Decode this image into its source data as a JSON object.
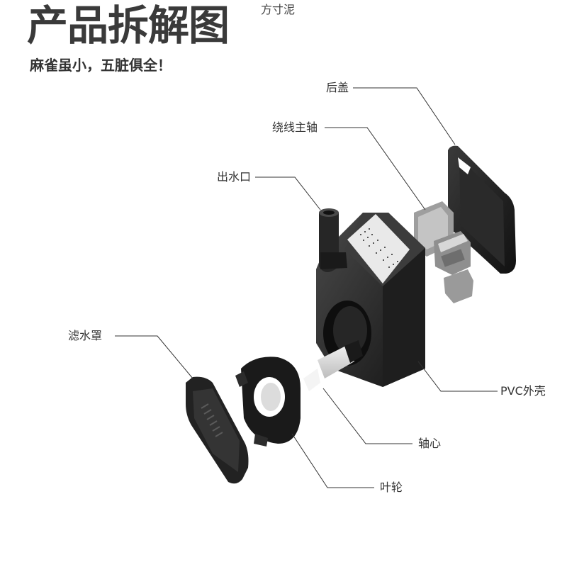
{
  "header": {
    "title": "产品拆解图",
    "subtitle": "麻雀虽小，五脏俱全！",
    "watermark": "方寸泥"
  },
  "labels": {
    "rear_cover": "后盖",
    "winding_shaft": "绕线主轴",
    "water_outlet": "出水口",
    "filter_cover": "滤水罩",
    "pvc_shell": "PVC外壳",
    "shaft_core": "轴心",
    "impeller": "叶轮"
  }
}
